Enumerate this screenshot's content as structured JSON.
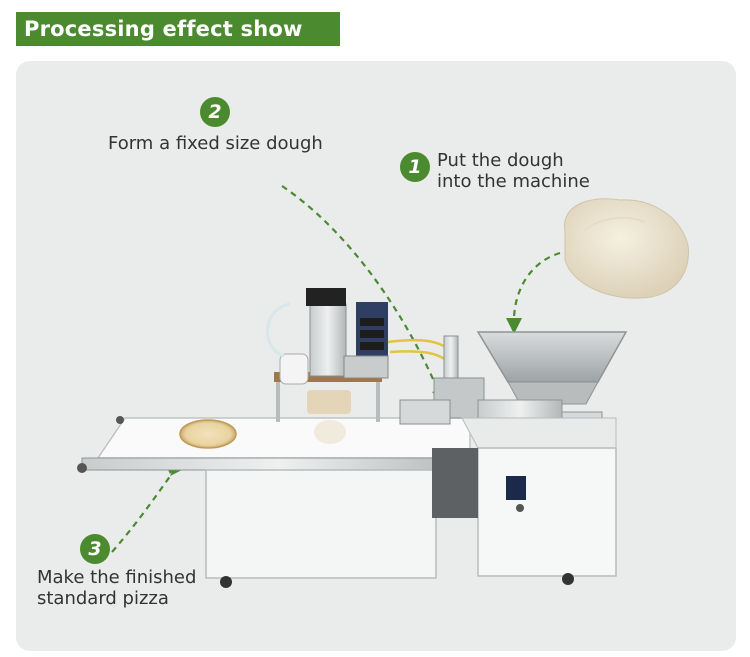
{
  "header": {
    "title": "Processing effect show"
  },
  "steps": [
    {
      "number": "1",
      "line1": "Put the dough",
      "line2": "into the machine"
    },
    {
      "number": "2",
      "line1": "Form a fixed size dough"
    },
    {
      "number": "3",
      "line1": "Make the finished",
      "line2": "standard pizza"
    }
  ],
  "colors": {
    "accent": "#4b8a2f",
    "panel": "#e9ecea",
    "text": "#333333"
  },
  "icons": [
    "dough-ball-icon",
    "pizza-machine-icon",
    "dashed-arrow-icon"
  ]
}
